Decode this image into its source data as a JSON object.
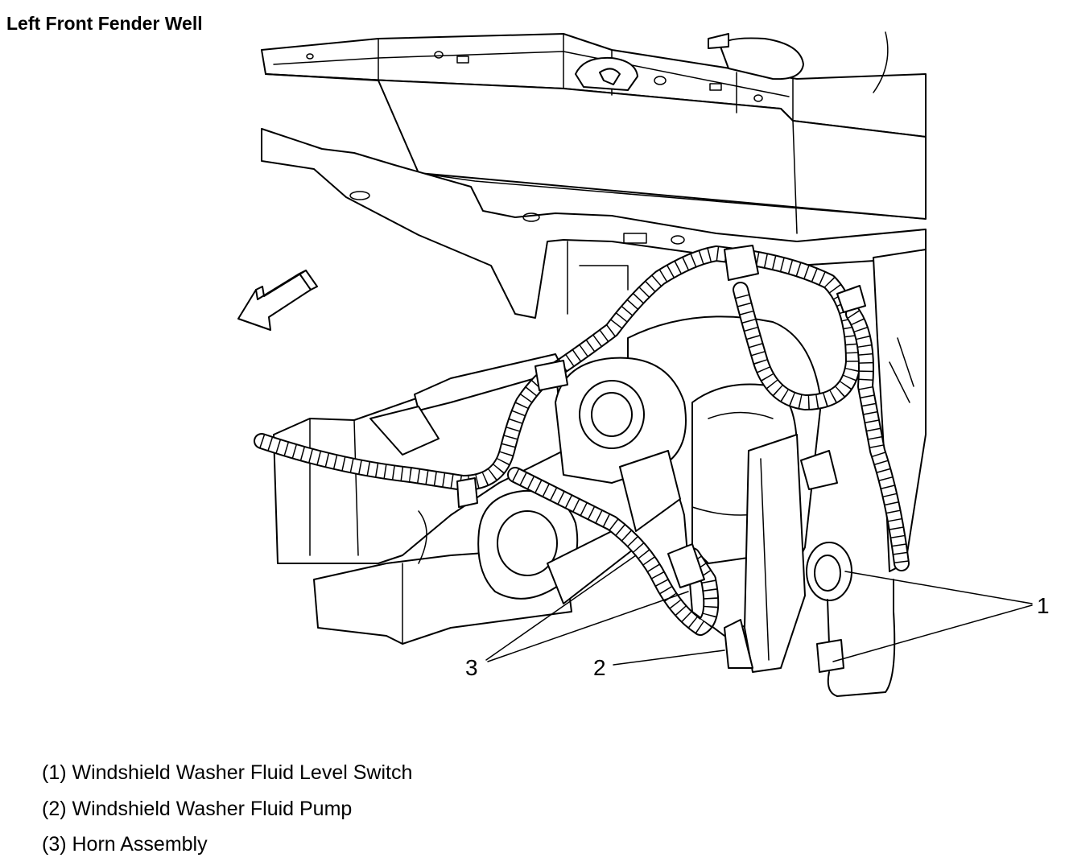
{
  "title": "Left Front Fender Well",
  "callouts": [
    "1",
    "2",
    "3"
  ],
  "legend": [
    "(1) Windshield Washer Fluid Level Switch",
    "(2) Windshield Washer Fluid Pump",
    "(3) Horn Assembly"
  ],
  "icons": [
    "front-direction-arrow-icon"
  ]
}
